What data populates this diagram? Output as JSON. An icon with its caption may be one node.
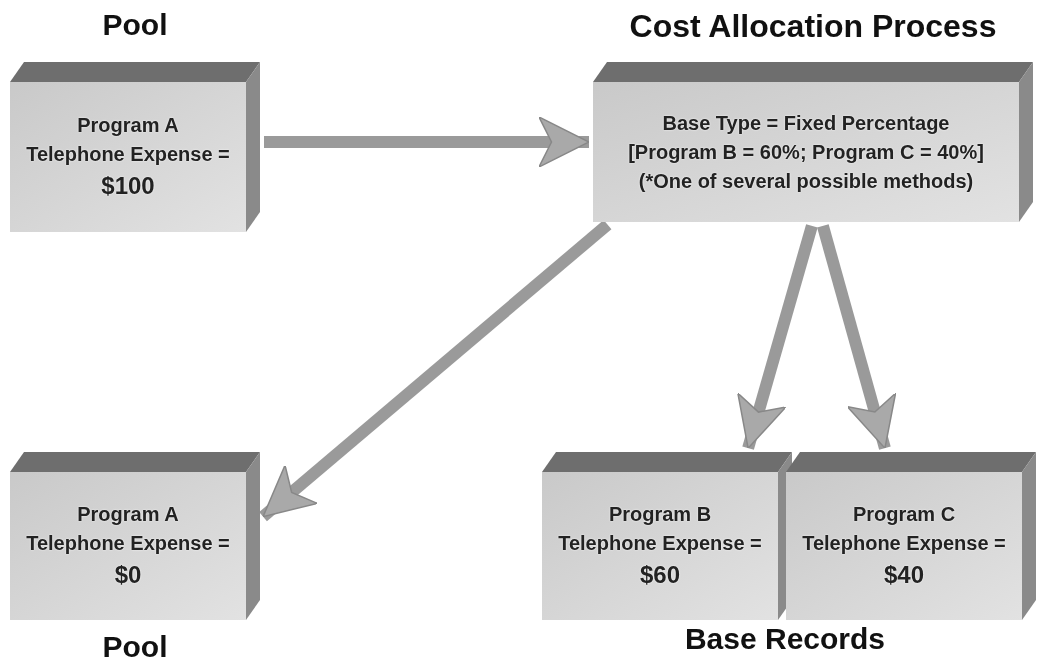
{
  "diagram": {
    "nodes": [
      {
        "text": [
          "Pool",
          "Program A",
          "Telephone Expense =",
          "$100"
        ]
      },
      {
        "text": [
          "Cost Allocation Process",
          "Base Type = Fixed Percentage",
          "[Program B = 60%; Program C = 40%]",
          "(*One of several possible methods)"
        ]
      },
      {
        "text": [
          "Program A",
          "Telephone Expense =",
          "$0",
          "Pool"
        ]
      },
      {
        "text": [
          "Program B",
          "Telephone Expense =",
          "$60"
        ]
      },
      {
        "text": [
          "Program C",
          "Telephone Expense =",
          "$40"
        ]
      }
    ],
    "edges": [
      {
        "from": 0,
        "to": 1,
        "arrow": "to"
      },
      {
        "from": 1,
        "to": 2,
        "arrow": "to"
      },
      {
        "from": 1,
        "to": 3,
        "arrow": "to"
      },
      {
        "from": 1,
        "to": 4,
        "arrow": "to"
      }
    ],
    "labels": [
      "Base Records"
    ]
  }
}
